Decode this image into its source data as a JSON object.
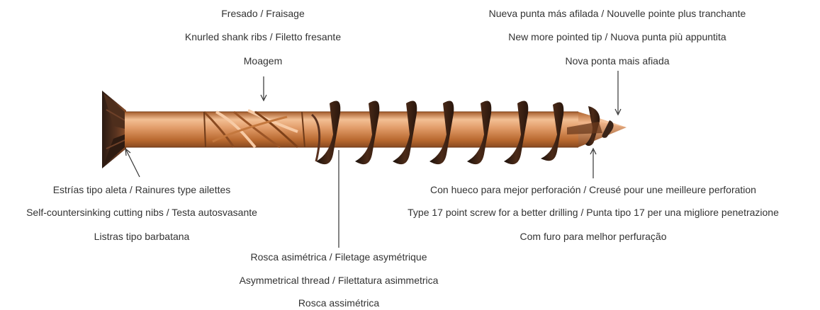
{
  "labels": {
    "milling": {
      "lines": [
        "Fresado / Fraisage",
        "Knurled shank ribs  / Filetto fresante",
        "Moagem"
      ]
    },
    "tip": {
      "lines": [
        "Nueva punta más afilada / Nouvelle pointe plus tranchante",
        "New more pointed tip / Nuova punta più appuntita",
        "Nova ponta mais afiada"
      ]
    },
    "head": {
      "lines": [
        "Estrías tipo aleta / Rainures type ailettes",
        "Self-countersinking cutting nibs / Testa autosvasante",
        "Listras tipo barbatana"
      ]
    },
    "hollow": {
      "lines": [
        "Con hueco para mejor perforación / Creusé pour une meilleure perforation",
        "Type 17 point screw for a better drilling / Punta tipo 17 per una migliore penetrazione",
        "Com furo para melhor perfuração"
      ]
    },
    "thread": {
      "lines": [
        "Rosca asimétrica / Filetage asymétrique",
        "Asymmetrical thread / Filettatura asimmetrica",
        "Rosca assimétrica"
      ]
    }
  },
  "colors": {
    "copper_light": "#f2b98c",
    "copper_mid": "#d98a55",
    "copper_dark": "#9c5628",
    "head_dark": "#3a2418",
    "text": "#333333",
    "line": "#333333"
  }
}
